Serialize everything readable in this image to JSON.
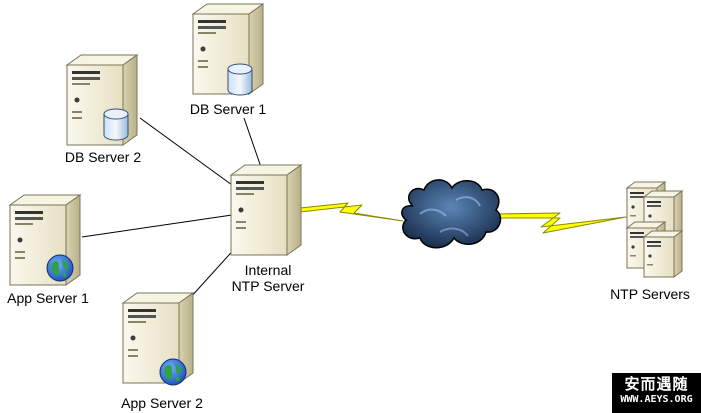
{
  "nodes": {
    "db_server_1": {
      "label": "DB Server 1"
    },
    "db_server_2": {
      "label": "DB Server 2"
    },
    "app_server_1": {
      "label": "App Server 1"
    },
    "app_server_2": {
      "label": "App Server 2"
    },
    "internal_ntp_server": {
      "label_line1": "Internal",
      "label_line2": "NTP Server"
    },
    "ntp_servers": {
      "label": "NTP Servers"
    }
  },
  "watermark": {
    "line1": "安而遇随",
    "line2": "WWW.AEYS.ORG"
  },
  "colors": {
    "lightning": "#ffff00",
    "cloud": "#1f3f66",
    "server_body": "#f1edd8",
    "link_line": "#000000"
  }
}
